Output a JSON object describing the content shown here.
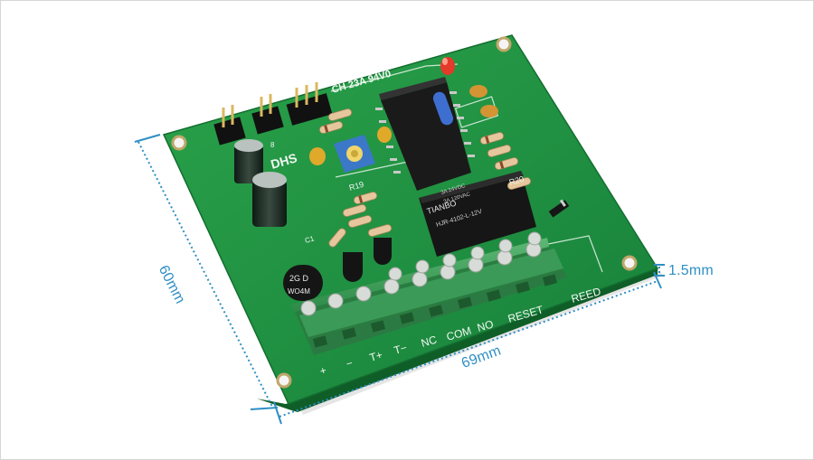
{
  "product": {
    "board_marking": "CH 23A  94V0",
    "board_logo_text": "DHS",
    "relay_brand": "TIANBO",
    "relay_model": "HJR-4102-L-12V",
    "relay_rating_ac": "3A 120VAC",
    "relay_rating_dc": "3A 24VDC",
    "rectifier_marking": "WO4M",
    "rectifier_code": "2G D",
    "label_r19": "R19",
    "label_r20": "R20",
    "label_c1": "C1",
    "label_d8": "8",
    "terminal_labels": [
      "+",
      "−",
      "T+",
      "T−",
      "NC",
      "COM",
      "NO",
      "RESET",
      "REED"
    ]
  },
  "dimensions": {
    "width": "69mm",
    "height": "60mm",
    "thickness": "1.5mm"
  },
  "colors": {
    "pcb": "#1f8a3b",
    "terminal": "#3a9a55",
    "dimension_line": "#2f8fc4"
  }
}
